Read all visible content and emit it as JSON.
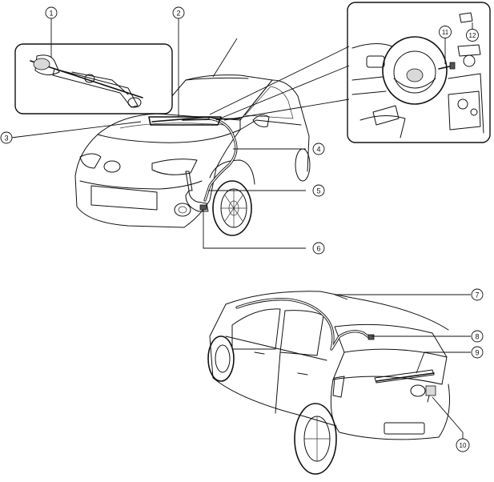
{
  "callouts": [
    {
      "id": "1",
      "label": "①"
    },
    {
      "id": "2",
      "label": "②"
    },
    {
      "id": "3",
      "label": "③"
    },
    {
      "id": "4",
      "label": "④"
    },
    {
      "id": "5",
      "label": "⑤"
    },
    {
      "id": "6",
      "label": "⑥"
    },
    {
      "id": "7",
      "label": "⑦"
    },
    {
      "id": "8",
      "label": "⑧"
    },
    {
      "id": "9",
      "label": "⑨"
    },
    {
      "id": "10",
      "label": "⑩"
    },
    {
      "id": "11",
      "label": "⑪"
    },
    {
      "id": "12",
      "label": "⑫"
    }
  ]
}
